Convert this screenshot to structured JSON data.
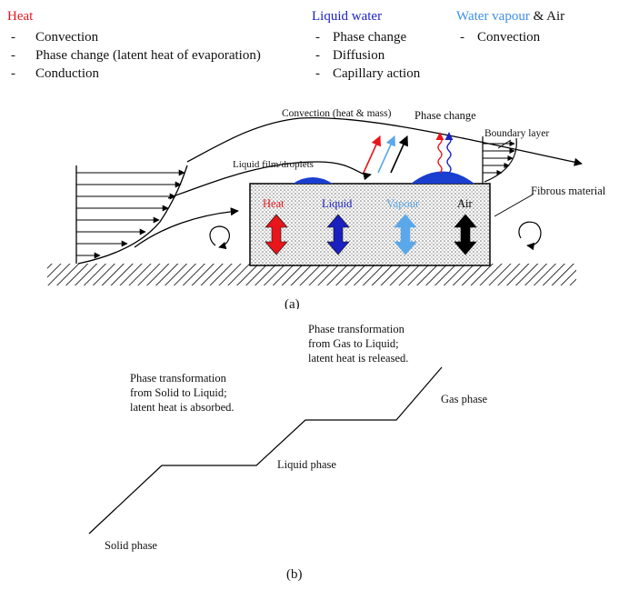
{
  "legend": {
    "heat": {
      "title": "Heat",
      "title_color": "#e8151b",
      "items": [
        "Convection",
        "Phase change (latent heat of evaporation)",
        "Conduction"
      ]
    },
    "liquid": {
      "title": "Liquid water",
      "title_color": "#1f22c8",
      "items": [
        "Phase change",
        "Diffusion",
        "Capillary action"
      ]
    },
    "vapour": {
      "title_colored": "Water vapour",
      "title_rest": " & Air",
      "title_color": "#3d8fe6",
      "items": [
        "Convection"
      ]
    }
  },
  "dash": "-",
  "diagram_a": {
    "convection_label": "Convection (heat & mass)",
    "phase_change_label": "Phase change",
    "boundary_layer_label": "Boundary layer",
    "liquid_film_label": "Liquid film/droplets",
    "fibrous_label": "Fibrous material",
    "heat_label": "Heat",
    "liquid_label": "Liquid",
    "vapour_label": "Vapour",
    "air_label": "Air",
    "caption": "(a)",
    "colors": {
      "heat": "#e8151b",
      "liquid": "#1a1fc0",
      "vapour": "#5aa8ea",
      "air": "#000000",
      "droplet": "#1a3ed0"
    }
  },
  "diagram_b": {
    "gas_liquid": [
      "Phase transformation",
      "from Gas to Liquid;",
      "latent heat is released."
    ],
    "solid_liquid": [
      "Phase transformation",
      "from Solid to Liquid;",
      "latent heat is absorbed."
    ],
    "gas_phase": "Gas phase",
    "liquid_phase": "Liquid phase",
    "solid_phase": "Solid phase",
    "caption": "(b)"
  }
}
